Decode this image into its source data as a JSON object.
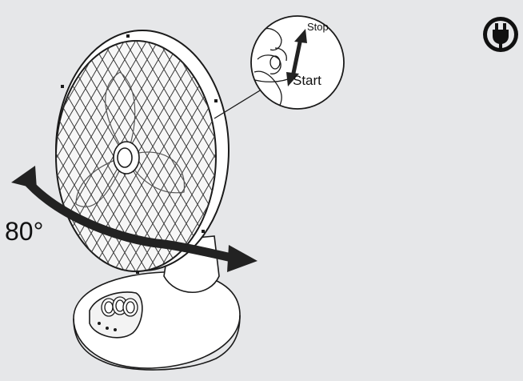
{
  "illustration": {
    "angle_label": "80°",
    "inset": {
      "stop_label": "Stop",
      "start_label": "Start"
    },
    "icon": "plug-icon",
    "colors": {
      "background": "#e6e7e9",
      "line": "#1a1a1a",
      "arrow": "#222222"
    }
  }
}
